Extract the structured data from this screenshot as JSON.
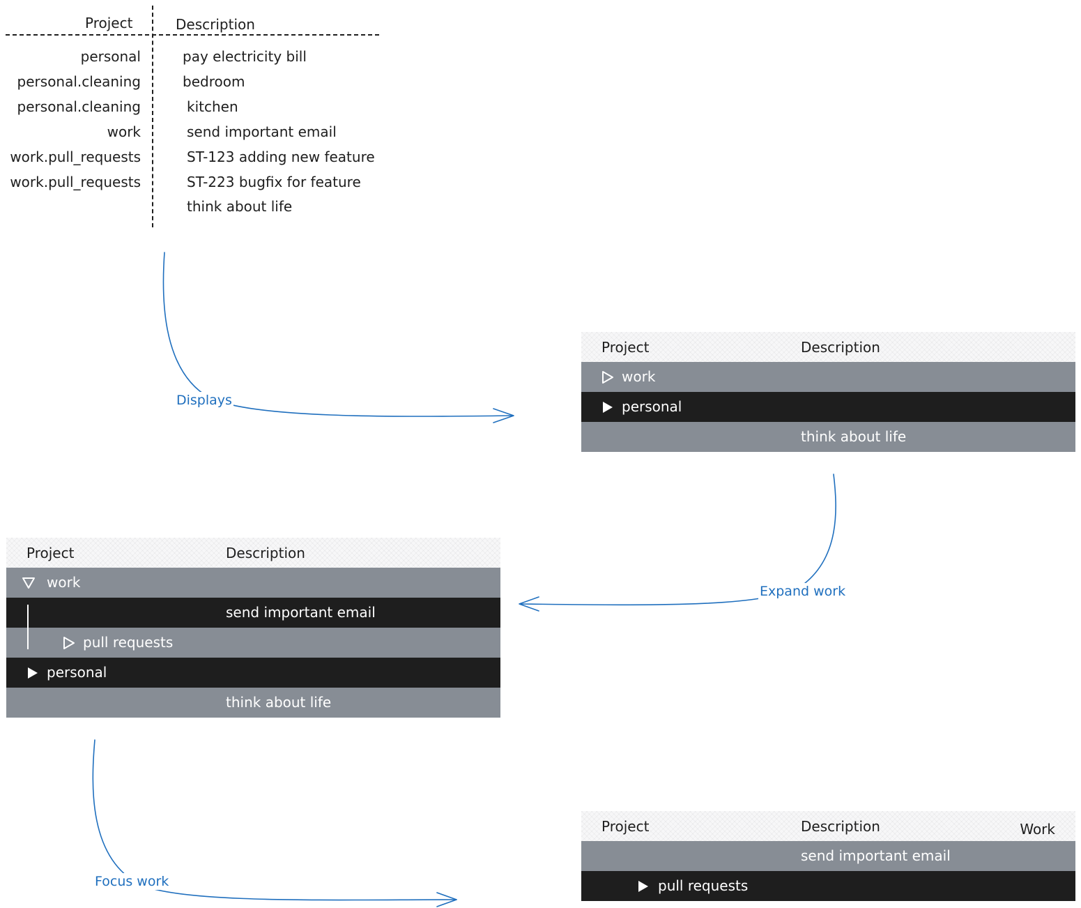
{
  "raw_table": {
    "header_project": "Project",
    "header_description": "Description",
    "rows": [
      {
        "project": "personal",
        "description": "pay electricity bill"
      },
      {
        "project": "personal.cleaning",
        "description": "bedroom"
      },
      {
        "project": "personal.cleaning",
        "description": "kitchen"
      },
      {
        "project": "work",
        "description": "send important email"
      },
      {
        "project": "work.pull_requests",
        "description": "ST-123 adding new feature"
      },
      {
        "project": "work.pull_requests",
        "description": "ST-223 bugfix for feature"
      },
      {
        "project": "",
        "description": "think about life"
      }
    ]
  },
  "arrows": {
    "displays": "Displays",
    "expand_work": "Expand work",
    "focus_work": "Focus work"
  },
  "panel_1": {
    "header_project": "Project",
    "header_description": "Description",
    "rows": [
      {
        "project": "work",
        "description": "",
        "triangle": "collapsed-outline"
      },
      {
        "project": "personal",
        "description": "",
        "triangle": "collapsed-filled"
      },
      {
        "project": "",
        "description": "think about life",
        "triangle": ""
      }
    ]
  },
  "panel_2": {
    "header_project": "Project",
    "header_description": "Description",
    "rows": [
      {
        "project": "work",
        "description": "",
        "triangle": "expanded-outline"
      },
      {
        "project": "",
        "description": "send important email",
        "triangle": ""
      },
      {
        "project": "pull requests",
        "description": "",
        "triangle": "collapsed-outline"
      },
      {
        "project": "personal",
        "description": "",
        "triangle": "collapsed-filled"
      },
      {
        "project": "",
        "description": "think about life",
        "triangle": ""
      }
    ]
  },
  "panel_3": {
    "header_project": "Project",
    "header_description": "Description",
    "focus_label": "Work",
    "rows": [
      {
        "project": "",
        "description": "send important email",
        "triangle": ""
      },
      {
        "project": "pull requests",
        "description": "",
        "triangle": "collapsed-filled"
      }
    ]
  },
  "colors": {
    "row_gray": "#878d95",
    "row_dark": "#1e1e1e",
    "arrow_blue": "#1f6fbe"
  }
}
